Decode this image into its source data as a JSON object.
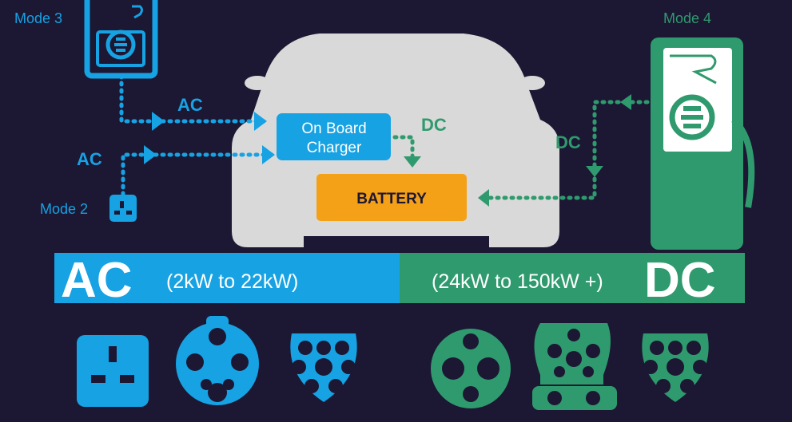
{
  "labels": {
    "mode3": "Mode 3",
    "mode4": "Mode 4",
    "mode2": "Mode 2",
    "ac_top": "AC",
    "ac_mid": "AC",
    "dc_right": "DC",
    "dc_obc": "DC",
    "obc_line1": "On Board",
    "obc_line2": "Charger",
    "battery": "BATTERY"
  },
  "bands": {
    "ac_big": "AC",
    "ac_range": "(2kW to 22kW)",
    "dc_range": "(24kW to 150kW +)",
    "dc_big": "DC"
  },
  "colors": {
    "background": "#1c1733",
    "ac_blue": "#17a2e3",
    "dc_green": "#2f9a6e",
    "car": "#d9d9d9",
    "battery": "#f4a117"
  },
  "connectors": [
    "uk-3pin-plug-icon",
    "type-1-plug-icon",
    "type-2-plug-icon",
    "chademo-plug-icon",
    "ccs-combo-1-plug-icon",
    "ccs-combo-2-plug-icon"
  ]
}
